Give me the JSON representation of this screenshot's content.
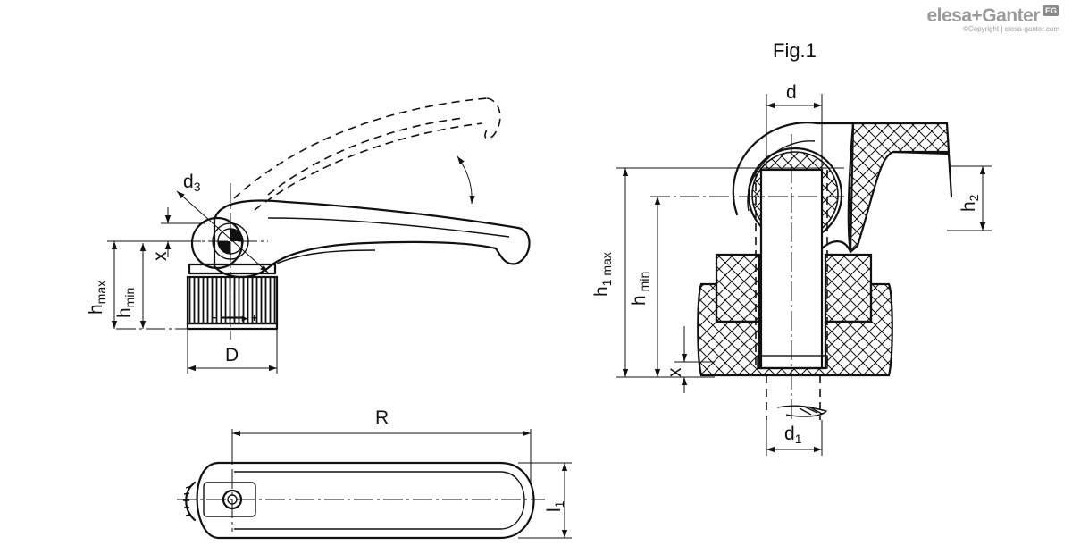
{
  "brand": {
    "name": "elesa+Ganter",
    "badge": "EG",
    "copyright": "©Copyright | elesa-ganter.com"
  },
  "figure": {
    "caption": "Fig.1"
  },
  "dimensions": {
    "d3": "d",
    "d3_sub": "3",
    "x_left": "x",
    "h_max": "h",
    "h_max_sub": "max",
    "h_min": "h",
    "h_min_sub": "min",
    "D": "D",
    "R": "R",
    "l1": "l",
    "l1_sub": "1",
    "d": "d",
    "d1": "d",
    "d1_sub": "1",
    "h1_max": "h",
    "h1_max_sub": "1 max",
    "h_min_right": "h",
    "h_min_right_sub": "min",
    "h2": "h",
    "h2_sub": "2",
    "x_right": "x"
  },
  "base_marking": "− ━━━▸ +"
}
